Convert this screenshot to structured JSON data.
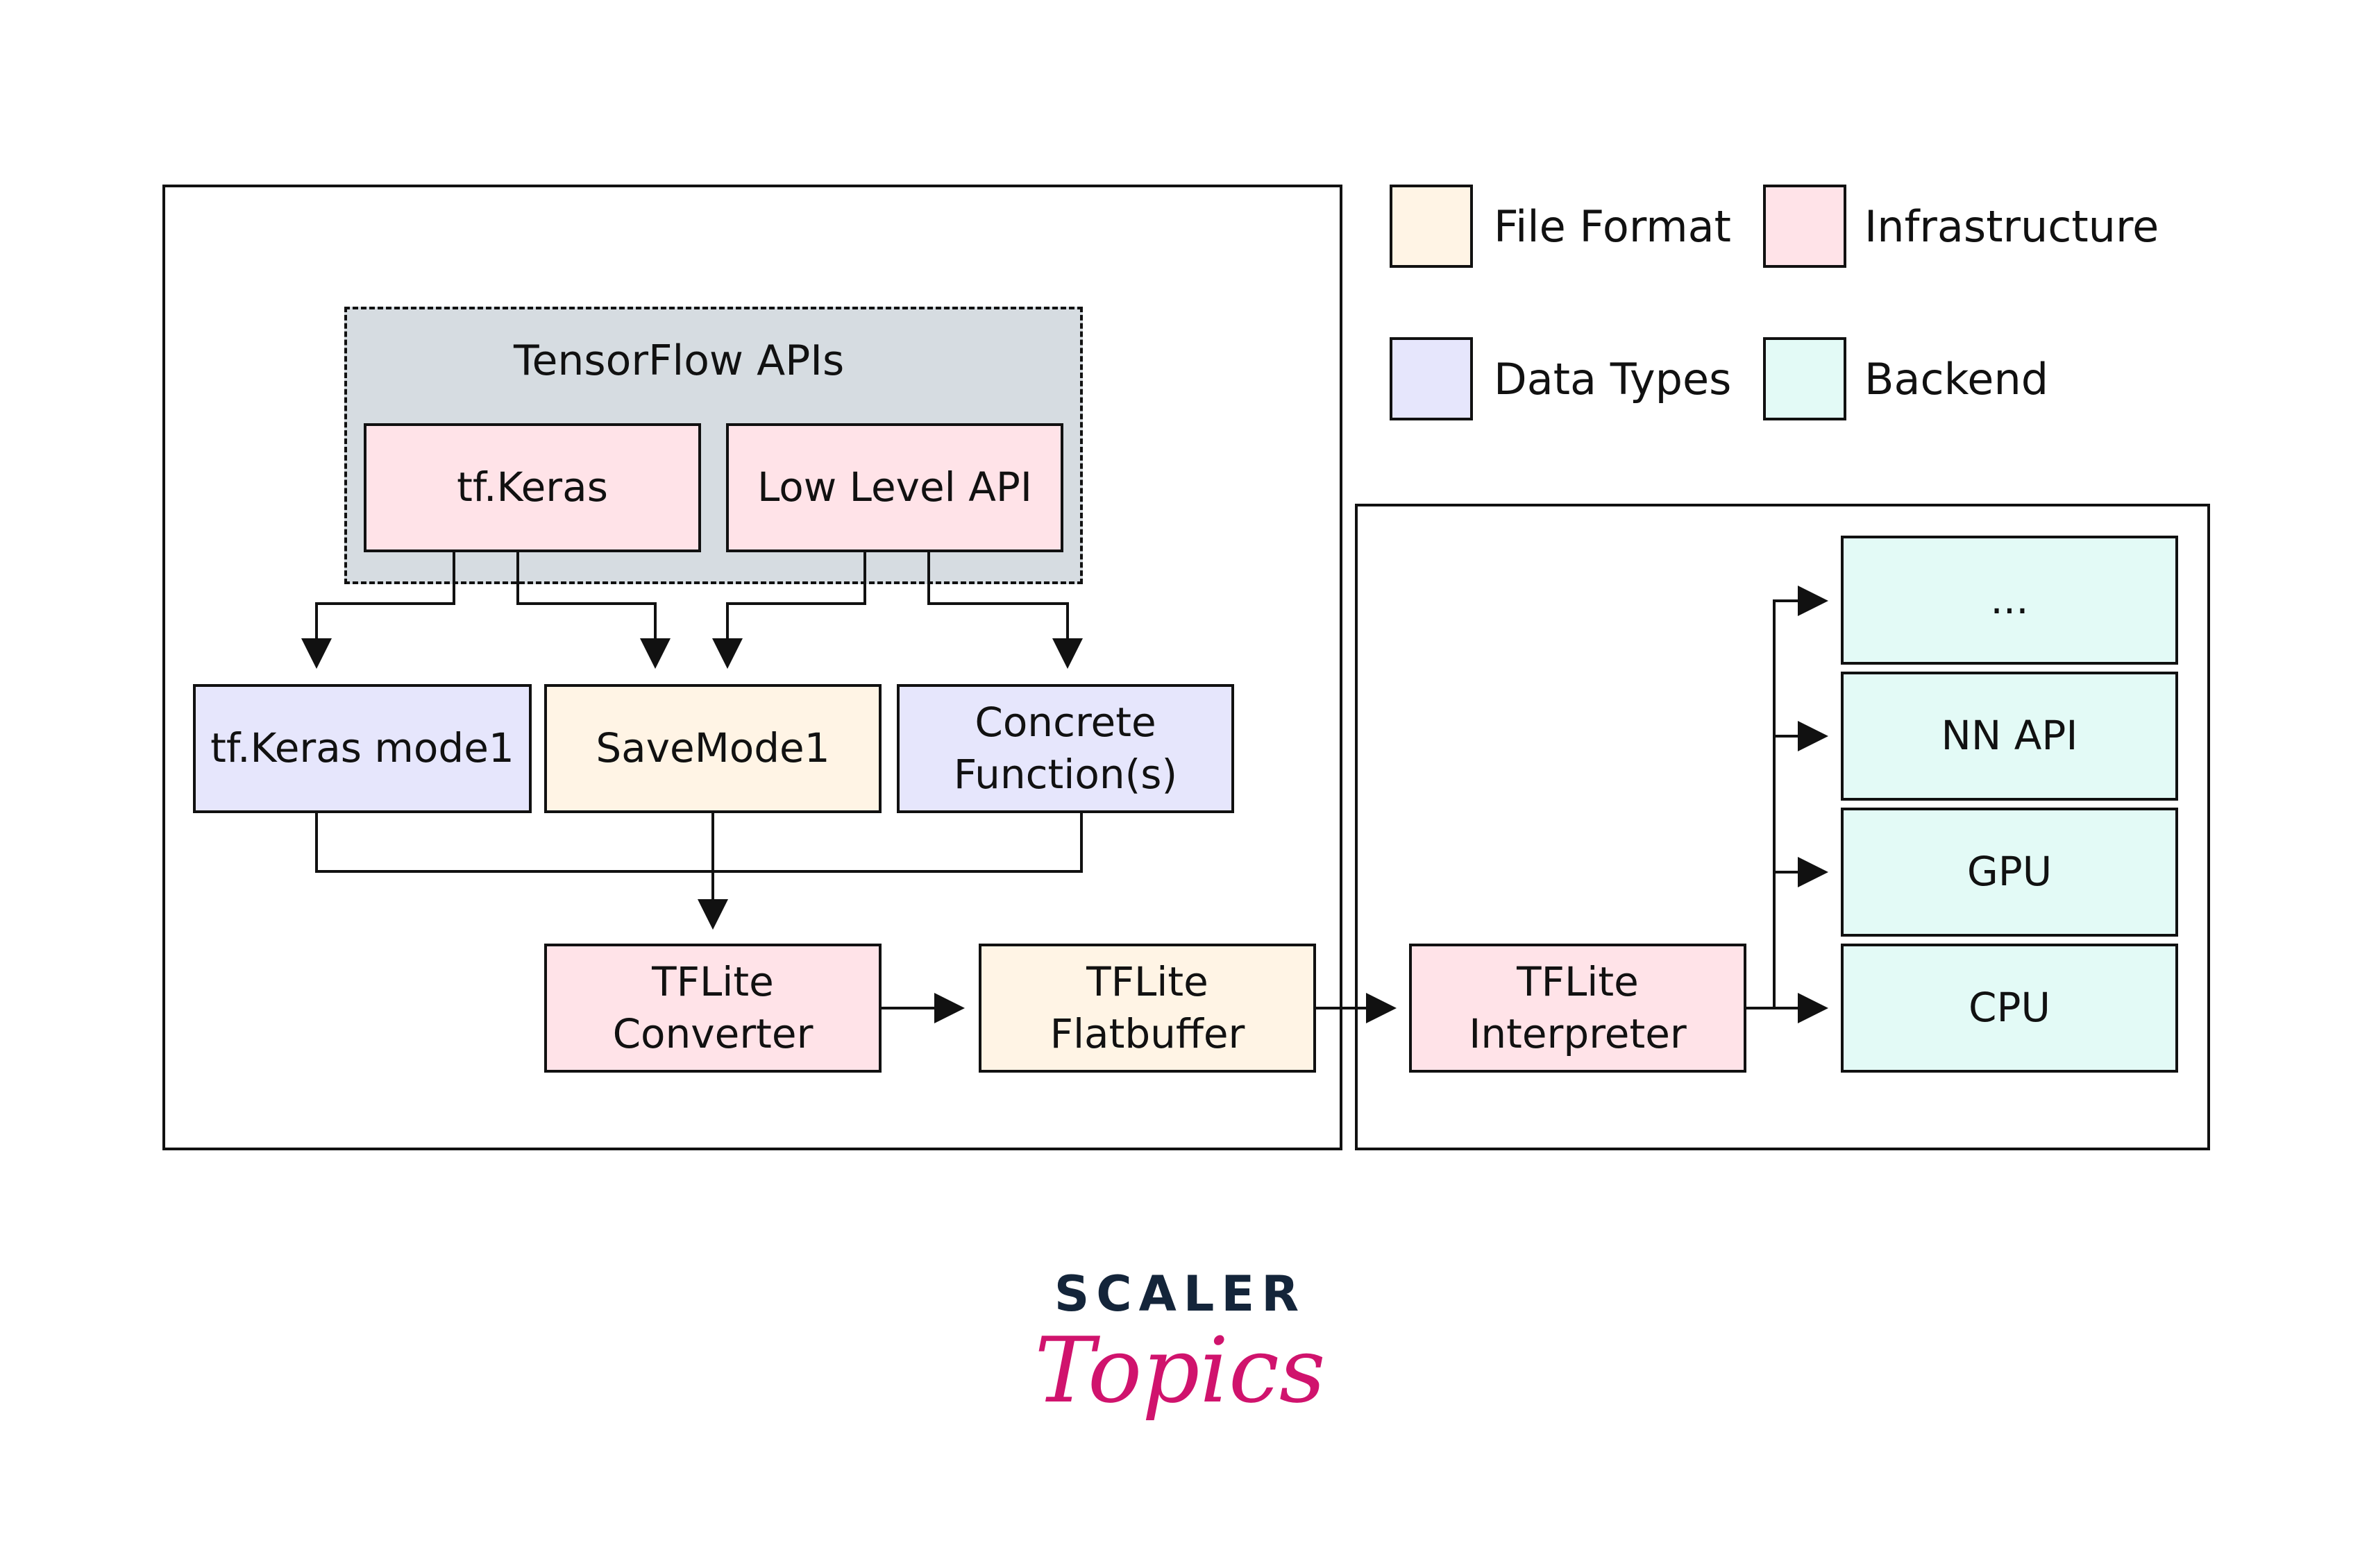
{
  "colors": {
    "file_format": "#fff4e5",
    "infrastructure": "#ffe3e8",
    "data_types": "#e6e6fc",
    "backend": "#e3faf6",
    "api_group": "#d6dce1",
    "stroke": "#111111",
    "logo_dark": "#14253a",
    "logo_pink": "#d0136d"
  },
  "legend": {
    "items": [
      {
        "label": "File Format",
        "category": "file_format"
      },
      {
        "label": "Infrastructure",
        "category": "infrastructure"
      },
      {
        "label": "Data Types",
        "category": "data_types"
      },
      {
        "label": "Backend",
        "category": "backend"
      }
    ]
  },
  "api_group": {
    "title": "TensorFlow APIs"
  },
  "nodes": {
    "tf_keras": "tf.Keras",
    "low_level_api": "Low Level API",
    "keras_model": "tf.Keras mode1",
    "save_model": "SaveMode1",
    "concrete_function": "Concrete\nFunction(s)",
    "converter": "TFLite\nConverter",
    "flatbuffer": "TFLite\nFlatbuffer",
    "interpreter": "TFLite\nInterpreter",
    "backend_more": "...",
    "nn_api": "NN API",
    "gpu": "GPU",
    "cpu": "CPU"
  },
  "logo": {
    "top": "SCALER",
    "bottom": "Topics"
  }
}
